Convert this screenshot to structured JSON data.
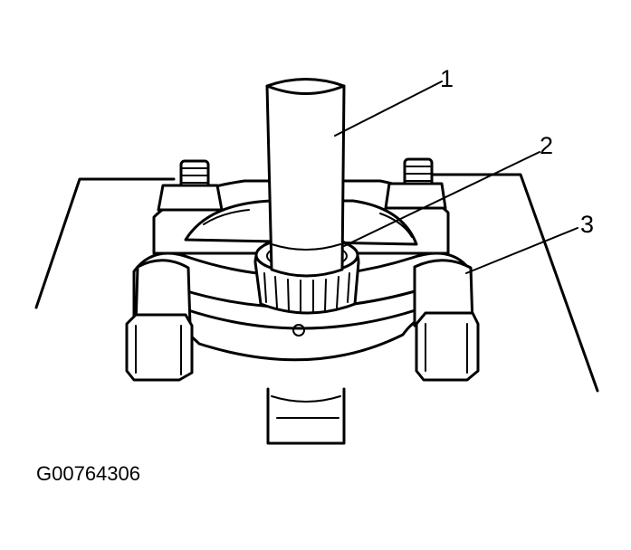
{
  "callouts": [
    {
      "number": "1",
      "part": "press-ram"
    },
    {
      "number": "2",
      "part": "bearing"
    },
    {
      "number": "3",
      "part": "bearing-separator"
    }
  ],
  "figure_code": "G00764306",
  "colors": {
    "ink": "#000000",
    "background": "#ffffff"
  }
}
